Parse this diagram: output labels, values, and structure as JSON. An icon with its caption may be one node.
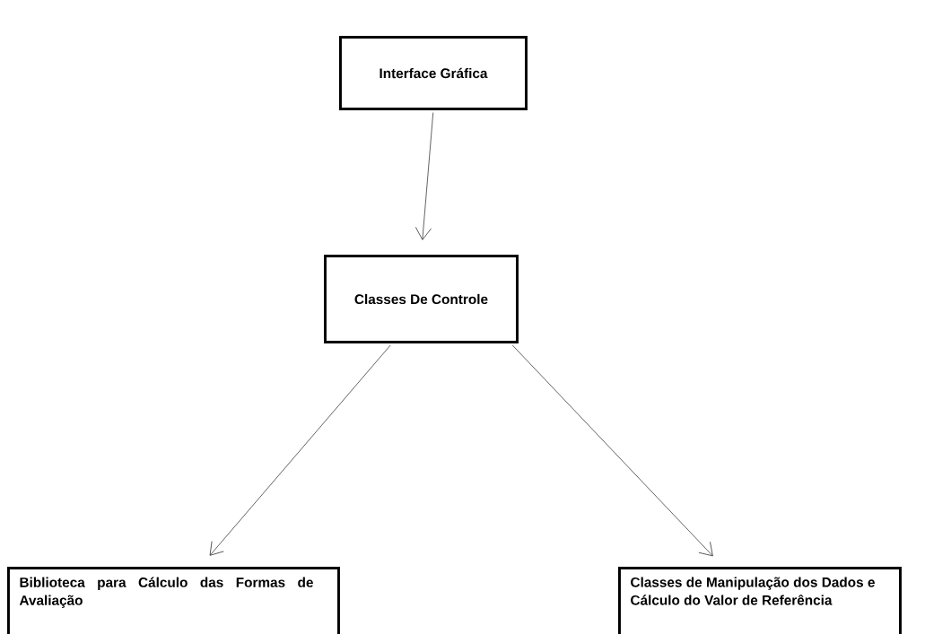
{
  "diagram": {
    "nodes": [
      {
        "text": [
          "Interface Gráfica"
        ]
      },
      {
        "text": [
          "Classes De Controle"
        ]
      },
      {
        "text": [
          "Biblioteca para Cálculo das Formas de Avaliação"
        ]
      },
      {
        "text": [
          "Classes de Manipulação dos Dados e Cálculo do Valor de Referência"
        ]
      }
    ],
    "edges": [
      {
        "from": 0,
        "to": 1,
        "arrow": "to"
      },
      {
        "from": 1,
        "to": 2,
        "arrow": "to"
      },
      {
        "from": 1,
        "to": 3,
        "arrow": "to"
      }
    ]
  }
}
